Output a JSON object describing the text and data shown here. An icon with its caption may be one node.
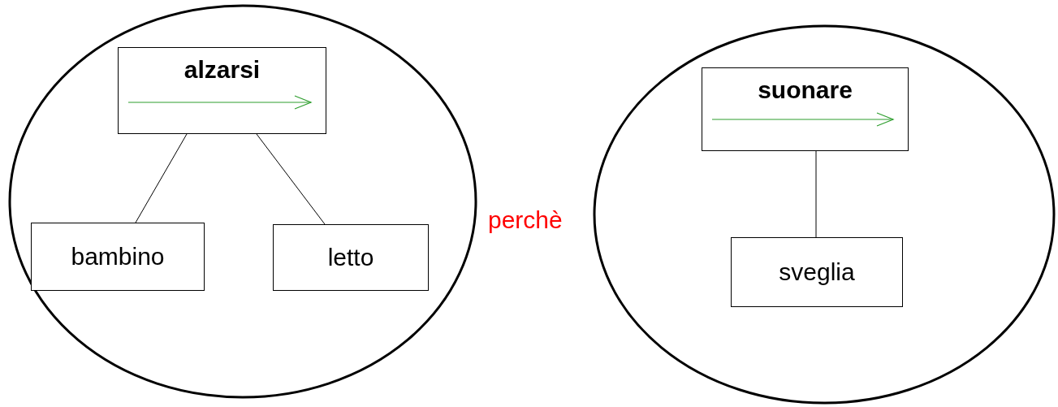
{
  "diagram": {
    "nodes": [
      {
        "text": [],
        "shape": "circle"
      },
      {
        "text": [
          "alzarsi"
        ],
        "in": 0
      },
      {
        "text": [
          "bambino"
        ],
        "in": 0
      },
      {
        "text": [
          "letto"
        ],
        "in": 0
      },
      {
        "text": [],
        "shape": "circle"
      },
      {
        "text": [
          "suonare"
        ],
        "in": 4
      },
      {
        "text": [
          "sveglia"
        ],
        "in": 4
      }
    ],
    "edges": [
      {
        "from": 1,
        "to": 2,
        "arrow": "none"
      },
      {
        "from": 1,
        "to": 3,
        "arrow": "none"
      },
      {
        "from": 5,
        "to": 6,
        "arrow": "none"
      }
    ],
    "labels": [
      "perchè"
    ]
  }
}
